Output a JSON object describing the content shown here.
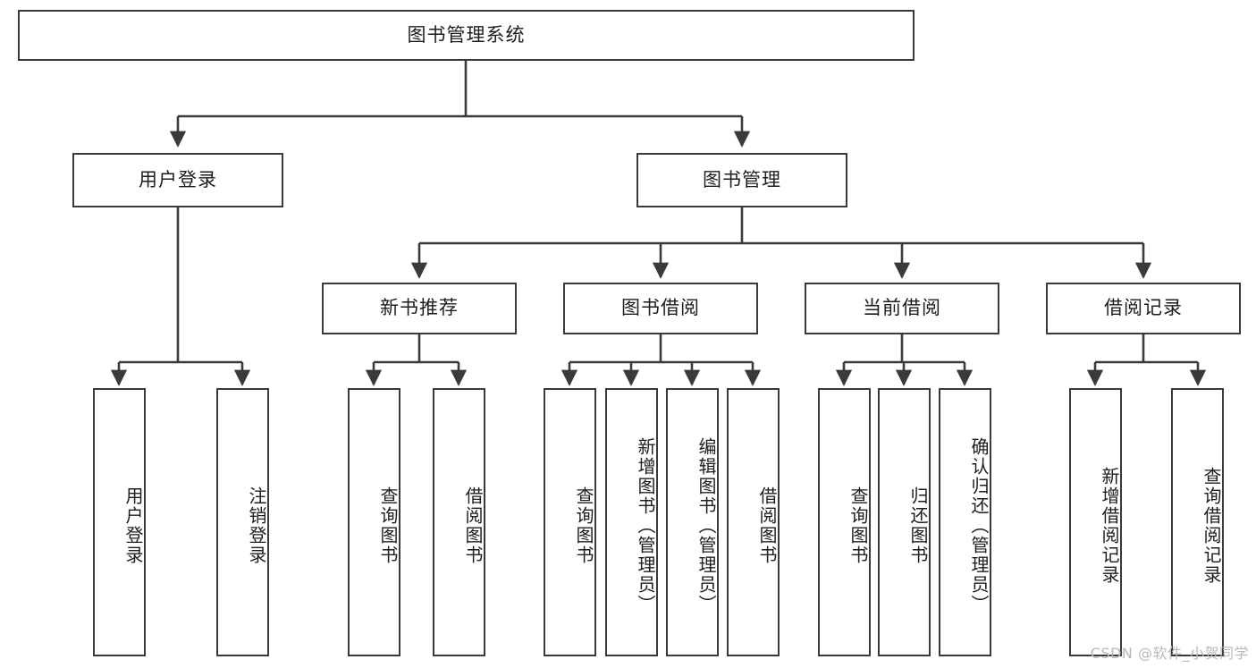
{
  "diagram": {
    "title": "图书管理系统",
    "type": "tree-hierarchy-diagram",
    "watermark": "CSDN @软件_小贺同学",
    "colors": {
      "box_border": "#3a3a3a",
      "box_fill": "#ffffff",
      "edge": "#3a3a3a",
      "text": "#1d1d1d",
      "watermark": "#b9b9b9"
    },
    "root": {
      "id": "root",
      "label": "图书管理系统"
    },
    "level2": [
      {
        "id": "user-login",
        "label": "用户登录"
      },
      {
        "id": "book-manage",
        "label": "图书管理"
      }
    ],
    "level3": [
      {
        "id": "new-book-recommend",
        "label": "新书推荐",
        "parent": "book-manage"
      },
      {
        "id": "book-borrow",
        "label": "图书借阅",
        "parent": "book-manage"
      },
      {
        "id": "current-borrow",
        "label": "当前借阅",
        "parent": "book-manage"
      },
      {
        "id": "borrow-record",
        "label": "借阅记录",
        "parent": "book-manage"
      }
    ],
    "leaves": [
      {
        "id": "leaf-user-login",
        "label": "用户登录",
        "parent": "user-login"
      },
      {
        "id": "leaf-logout",
        "label": "注销登录",
        "parent": "user-login"
      },
      {
        "id": "leaf-query-book-1",
        "label": "查询图书",
        "parent": "new-book-recommend"
      },
      {
        "id": "leaf-borrow-book-1",
        "label": "借阅图书",
        "parent": "new-book-recommend"
      },
      {
        "id": "leaf-query-book-2",
        "label": "查询图书",
        "parent": "book-borrow"
      },
      {
        "id": "leaf-add-book",
        "label": "新增图书（管理员）",
        "parent": "book-borrow"
      },
      {
        "id": "leaf-edit-book",
        "label": "编辑图书（管理员）",
        "parent": "book-borrow"
      },
      {
        "id": "leaf-borrow-book-2",
        "label": "借阅图书",
        "parent": "book-borrow"
      },
      {
        "id": "leaf-query-book-3",
        "label": "查询图书",
        "parent": "current-borrow"
      },
      {
        "id": "leaf-return-book",
        "label": "归还图书",
        "parent": "current-borrow"
      },
      {
        "id": "leaf-confirm-return",
        "label": "确认归还（管理员）",
        "parent": "current-borrow"
      },
      {
        "id": "leaf-add-record",
        "label": "新增借阅记录",
        "parent": "borrow-record"
      },
      {
        "id": "leaf-query-record",
        "label": "查询借阅记录",
        "parent": "borrow-record"
      }
    ]
  }
}
